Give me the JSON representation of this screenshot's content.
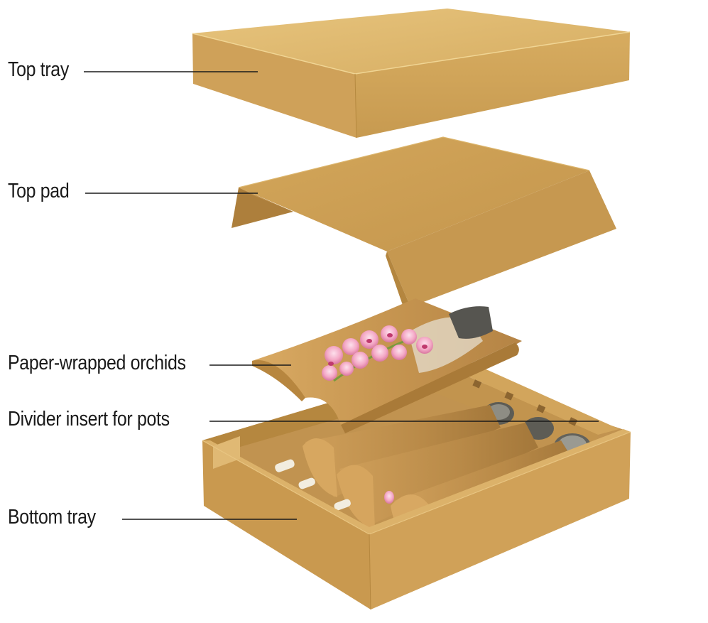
{
  "labels": {
    "top_tray": "Top tray",
    "top_pad": "Top pad",
    "orchids": "Paper-wrapped orchids",
    "divider": "Divider insert for pots",
    "bottom_tray": "Bottom tray"
  },
  "colors": {
    "cardboard_light": "#e0bb72",
    "cardboard_mid": "#d2a85c",
    "cardboard_dark": "#b88a45",
    "kraft_paper": "#c99a55",
    "orchid_pink": "#f2a6c3",
    "pot": "#5a5a55"
  }
}
